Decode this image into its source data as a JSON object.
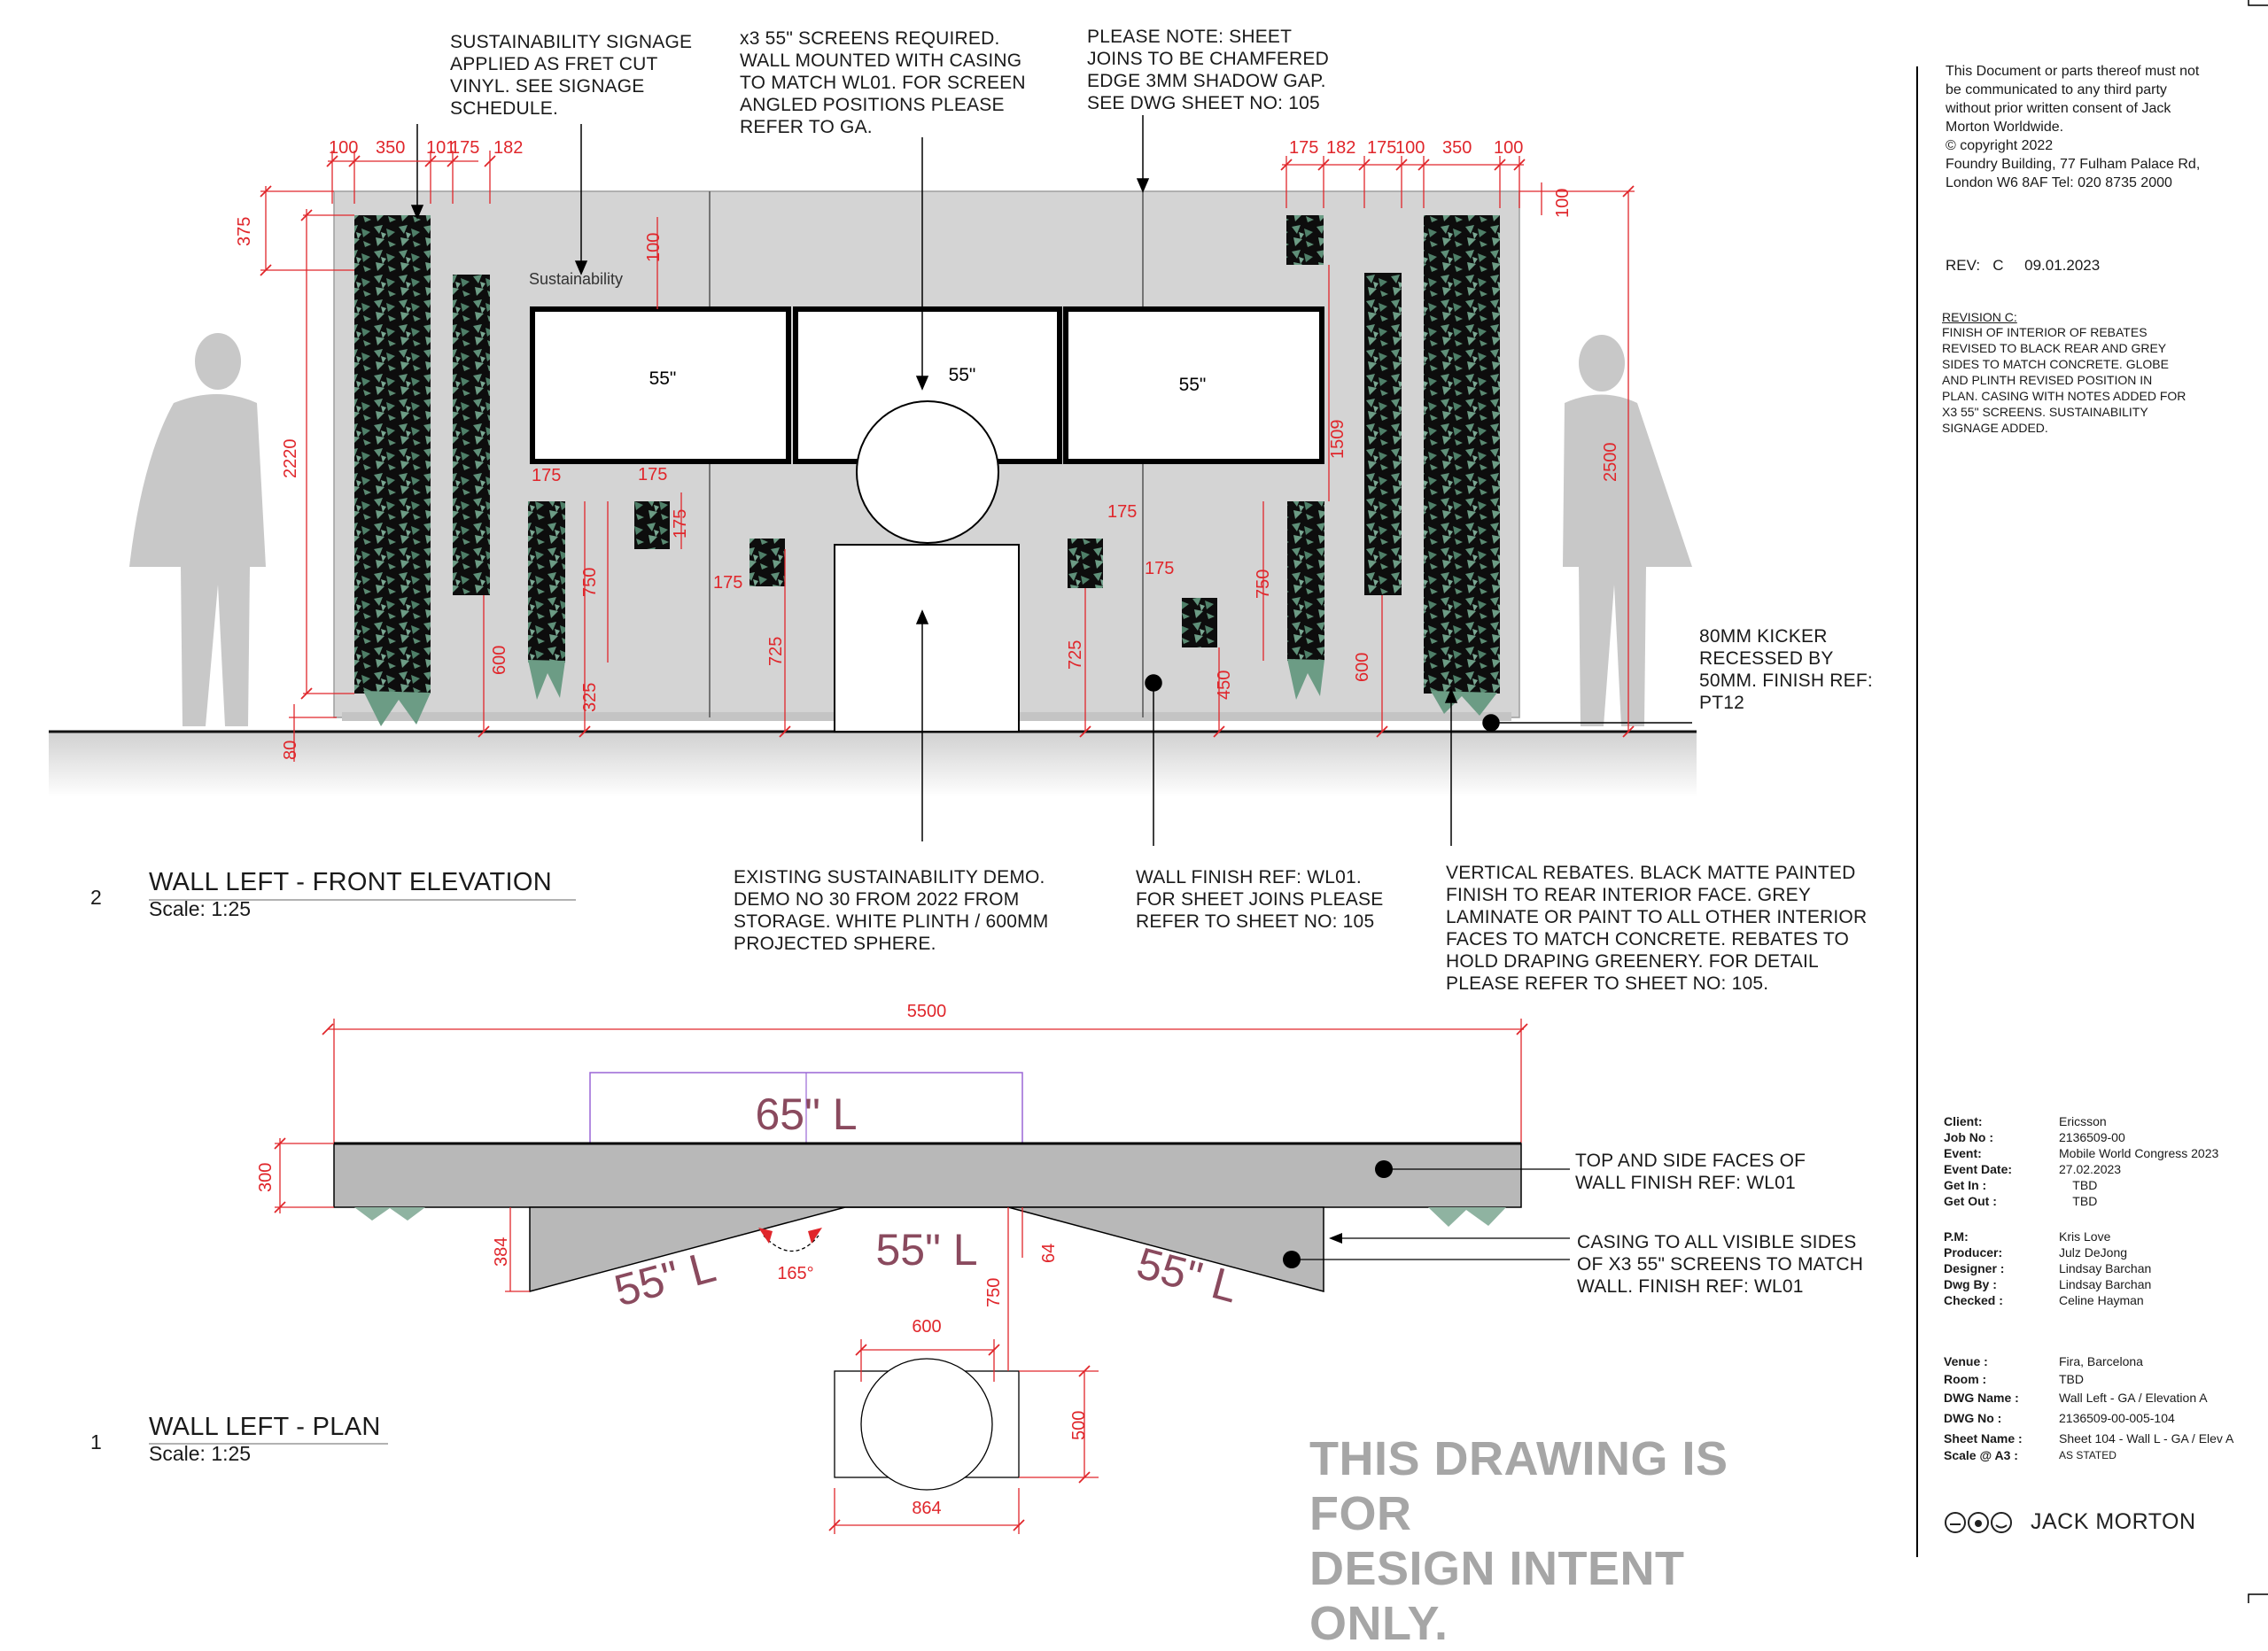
{
  "notes": {
    "signage": "SUSTAINABILITY SIGNAGE\nAPPLIED AS FRET CUT\nVINYL. SEE SIGNAGE\nSCHEDULE.",
    "screens": "x3 55\" SCREENS REQUIRED.\nWALL MOUNTED WITH CASING\nTO MATCH WL01. FOR SCREEN\nANGLED POSITIONS PLEASE\nREFER TO GA.",
    "sheet_joins": "PLEASE NOTE: SHEET\nJOINS TO BE CHAMFERED\nEDGE 3MM SHADOW GAP.\nSEE DWG SHEET NO: 105",
    "kicker": "80MM KICKER\nRECESSED BY\n50MM. FINISH REF:\nPT12",
    "demo": "EXISTING SUSTAINABILITY DEMO.\nDEMO NO 30 FROM 2022 FROM\nSTORAGE. WHITE PLINTH / 600MM\nPROJECTED SPHERE.",
    "wall_finish": "WALL FINISH REF: WL01.\nFOR SHEET JOINS PLEASE\nREFER TO SHEET NO: 105",
    "rebates": "VERTICAL REBATES. BLACK MATTE PAINTED\nFINISH TO REAR INTERIOR FACE. GREY\nLAMINATE OR PAINT TO ALL OTHER INTERIOR\nFACES TO MATCH CONCRETE. REBATES TO\nHOLD DRAPING GREENERY. FOR DETAIL\nPLEASE REFER TO SHEET NO: 105.",
    "top_side_faces": "TOP AND SIDE FACES OF\nWALL FINISH REF: WL01",
    "casing": "CASING TO ALL VISIBLE SIDES\nOF X3 55\" SCREENS TO MATCH\nWALL. FINISH REF: WL01"
  },
  "elevation": {
    "title": "WALL LEFT - FRONT ELEVATION",
    "scale": "Scale: 1:25",
    "number": "2",
    "sign_text": "Sustainability",
    "screen_labels": [
      "55\"",
      "55\"",
      "55\""
    ],
    "dims_top_left": [
      "100",
      "350",
      "101",
      "175",
      "182"
    ],
    "dims_top_right": [
      "175",
      "182",
      "175",
      "100",
      "350",
      "100"
    ],
    "dims": {
      "d375": "375",
      "d2220": "2220",
      "d100_sign": "100",
      "d175_a": "175",
      "d175_b": "175",
      "d175_c": "175",
      "d175_d": "175",
      "d175_e": "175",
      "d175_f": "175",
      "d750_l": "750",
      "d600_l": "600",
      "d325": "325",
      "d725_l": "725",
      "d725_r": "725",
      "d450": "450",
      "d750_r": "750",
      "d600_r": "600",
      "d1509": "1509",
      "d2500": "2500",
      "d100_r": "100",
      "d80": "80"
    }
  },
  "plan": {
    "title": "WALL LEFT - PLAN",
    "scale": "Scale: 1:25",
    "number": "1",
    "d5500": "5500",
    "d300": "300",
    "d384": "384",
    "d64": "64",
    "d750": "750",
    "d600": "600",
    "d500": "500",
    "d864": "864",
    "angle": "165°",
    "screen_top": "65\" L",
    "screen_mid": "55\" L",
    "screen_left": "55\" L",
    "screen_right": "55\" L"
  },
  "design_intent": "THIS DRAWING IS FOR\nDESIGN INTENT ONLY.",
  "title_block": {
    "copyright": "This Document or parts thereof must not\nbe communicated to any third party\nwithout prior written consent of Jack\nMorton Worldwide.\n© copyright 2022\nFoundry Building, 77 Fulham Palace Rd,\nLondon W6 8AF  Tel: 020 8735 2000",
    "rev": "REV:   C     09.01.2023",
    "revision_title": "REVISION C:",
    "revision_text": "FINISH OF INTERIOR OF REBATES\nREVISED TO BLACK REAR AND GREY\nSIDES TO MATCH CONCRETE. GLOBE\nAND PLINTH REVISED POSITION IN\nPLAN. CASING WITH NOTES ADDED FOR\nX3 55\" SCREENS. SUSTAINABILITY\nSIGNAGE ADDED.",
    "info": [
      {
        "k": "Client:",
        "v": "Ericsson"
      },
      {
        "k": "Job No :",
        "v": "2136509-00"
      },
      {
        "k": "Event:",
        "v": "Mobile World Congress 2023"
      },
      {
        "k": "Event Date:",
        "v": "27.02.2023"
      },
      {
        "k": "Get In :",
        "v": "    TBD"
      },
      {
        "k": "Get Out :",
        "v": "    TBD"
      }
    ],
    "people": [
      {
        "k": "P.M:",
        "v": "Kris Love"
      },
      {
        "k": "Producer:",
        "v": "Julz DeJong"
      },
      {
        "k": "Designer :",
        "v": "Lindsay Barchan"
      },
      {
        "k": "Dwg By :",
        "v": "Lindsay Barchan"
      },
      {
        "k": "Checked :",
        "v": "Celine Hayman"
      }
    ],
    "venue": [
      {
        "k": "Venue :",
        "v": "Fira, Barcelona"
      },
      {
        "k": "Room :",
        "v": "TBD"
      },
      {
        "k": "DWG Name :",
        "v": "Wall Left - GA / Elevation A"
      },
      {
        "k": "DWG No :",
        "v": "2136509-00-005-104"
      },
      {
        "k": "Sheet Name :",
        "v": "Sheet 104 - Wall L - GA / Elev A"
      },
      {
        "k": "Scale @ A3 :",
        "v": "AS STATED"
      }
    ],
    "logo": "JACK MORTON"
  },
  "colors": {
    "dimension": "#e0262b",
    "wall": "#d4d4d4",
    "plan_wall": "#b8b8b8",
    "greenery": "#5a8a72",
    "screen_label": "#8a4a5e",
    "plan_outline": "#9a66d6"
  }
}
